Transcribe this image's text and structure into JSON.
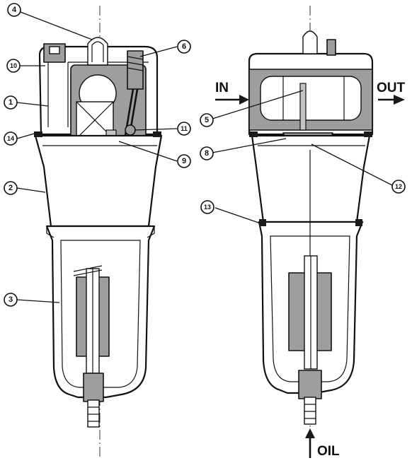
{
  "callouts": [
    {
      "id": "c1",
      "number": "1"
    },
    {
      "id": "c2",
      "number": "2"
    },
    {
      "id": "c3",
      "number": "3"
    },
    {
      "id": "c4",
      "number": "4"
    },
    {
      "id": "c5",
      "number": "5"
    },
    {
      "id": "c6",
      "number": "6"
    },
    {
      "id": "c8",
      "number": "8"
    },
    {
      "id": "c9",
      "number": "9"
    },
    {
      "id": "c10",
      "number": "10"
    },
    {
      "id": "c11",
      "number": "11"
    },
    {
      "id": "c12",
      "number": "12"
    },
    {
      "id": "c13",
      "number": "13"
    },
    {
      "id": "c14",
      "number": "14"
    }
  ],
  "ports": {
    "inlet": "IN",
    "outlet": "OUT",
    "oil": "OIL"
  }
}
